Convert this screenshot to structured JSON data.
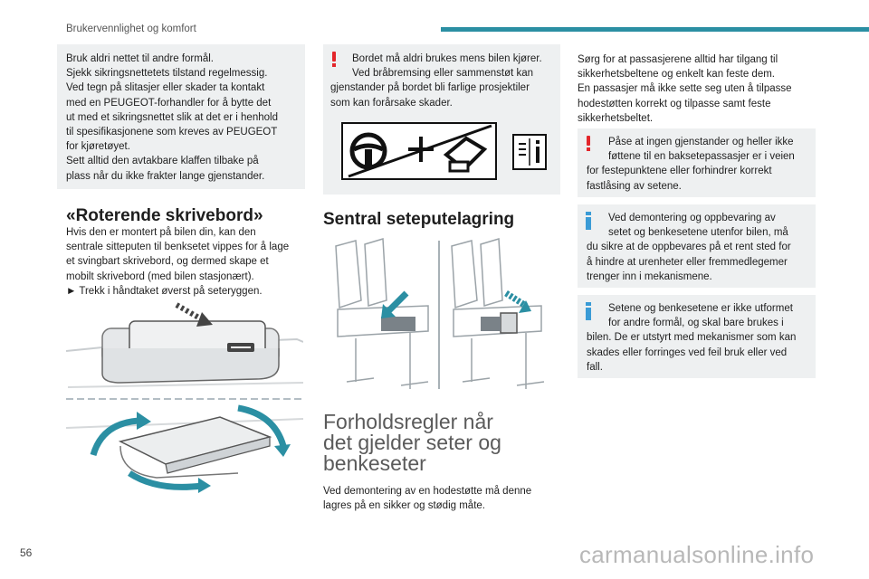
{
  "header": {
    "section": "Brukervennlighet og komfort"
  },
  "page_number": "56",
  "watermark": "carmanualsonline.info",
  "col1": {
    "note_box": [
      "Bruk aldri nettet til andre formål.",
      "Sjekk sikringsnettetets tilstand regelmessig.",
      "Ved tegn på slitasjer eller skader ta kontakt",
      "med en PEUGEOT-forhandler for å bytte det",
      "ut med et sikringsnettet slik at det er i henhold",
      "til spesifikasjonene som kreves av PEUGEOT",
      "for kjøretøyet.",
      "Sett alltid den avtakbare klaffen tilbake på",
      "plass når du ikke frakter lange gjenstander."
    ],
    "heading": "«Roterende skrivebord»",
    "body": [
      "Hvis den er montert på bilen din, kan den",
      "sentrale sitteputen til benksetet vippes for å lage",
      "et svingbart skrivebord, og dermed skape et",
      "mobilt skrivebord (med bilen stasjonært)."
    ],
    "step": "► Trekk i håndtaket øverst på seteryggen."
  },
  "col2": {
    "warning": [
      "Bordet må aldri brukes mens bilen kjører.",
      "Ved bråbremsing eller sammenstøt kan",
      "gjenstander på bordet bli farlige prosjektiler",
      "som kan forårsake skader."
    ],
    "heading": "Sentral seteputelagring",
    "section_title": [
      "Forholdsregler når",
      "det gjelder seter og",
      "benkeseter"
    ],
    "body": [
      "Ved demontering av en hodestøtte må denne",
      "lagres på en sikker og stødig måte."
    ]
  },
  "col3": {
    "intro": [
      "Sørg for at passasjerene alltid har tilgang til",
      "sikkerhetsbeltene og enkelt kan feste dem.",
      "En passasjer må ikke sette seg uten å tilpasse",
      "hodestøtten korrekt og tilpasse samt feste",
      "sikkerhetsbeltet."
    ],
    "warning": [
      "Påse at ingen gjenstander og heller ikke",
      "føttene til en baksetepassasjer er i veien",
      "for festepunktene eller forhindrer korrekt",
      "fastlåsing av setene."
    ],
    "info1": [
      "Ved demontering og oppbevaring av",
      "setet og benkesetene utenfor bilen, må",
      "du sikre at de oppbevares på et rent sted for",
      "å hindre at urenheter eller fremmedlegemer",
      "trenger inn i mekanismene."
    ],
    "info2": [
      "Setene og benkesetene er ikke utformet",
      "for andre formål, og skal bare brukes i",
      "bilen. De er utstyrt med mekanismer som kan",
      "skades eller forringes ved feil bruk eller ved",
      "fall."
    ]
  },
  "colors": {
    "accent": "#2b8fa3",
    "warning": "#e3262b",
    "info": "#3a9bd6",
    "box": "#eef0f1"
  }
}
